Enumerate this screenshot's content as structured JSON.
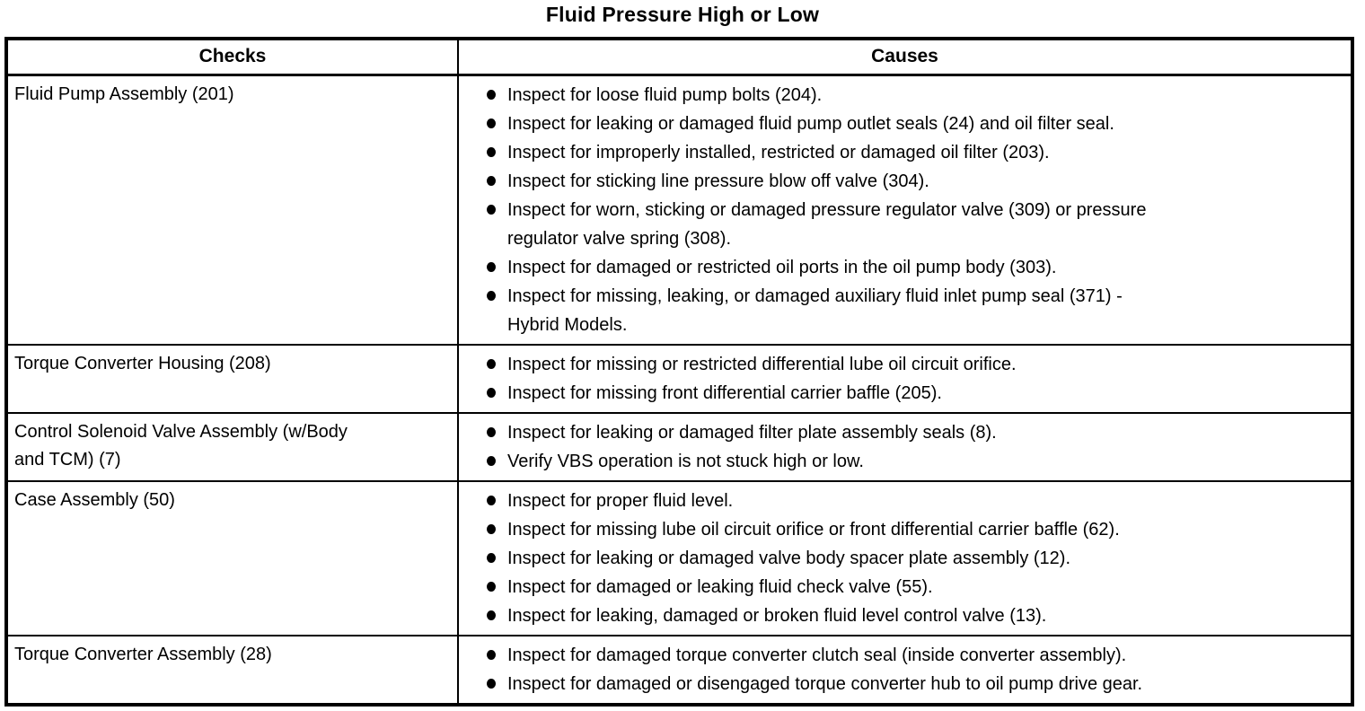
{
  "title": "Fluid Pressure High or Low",
  "colors": {
    "text": "#000000",
    "border": "#000000",
    "background": "#ffffff"
  },
  "table": {
    "headers": [
      "Checks",
      "Causes"
    ],
    "bullet_icon": "filled-circle",
    "rows": [
      {
        "check": "Fluid Pump Assembly (201)",
        "causes": [
          "Inspect for loose fluid pump bolts (204).",
          "Inspect for leaking or damaged fluid pump outlet seals (24) and oil filter seal.",
          "Inspect for improperly installed, restricted or damaged oil filter (203).",
          "Inspect for sticking line pressure blow off valve (304).",
          "Inspect for worn, sticking or damaged pressure regulator valve (309) or pressure\nregulator valve spring (308).",
          "Inspect for damaged or restricted oil ports in the oil pump body (303).",
          "Inspect for missing, leaking, or damaged auxiliary fluid inlet pump seal (371) -\nHybrid Models."
        ]
      },
      {
        "check": "Torque Converter Housing (208)",
        "causes": [
          "Inspect for missing or restricted differential lube oil circuit orifice.",
          "Inspect for missing front differential carrier baffle (205)."
        ]
      },
      {
        "check": "Control Solenoid Valve Assembly (w/Body\nand TCM) (7)",
        "causes": [
          "Inspect for leaking or damaged filter plate assembly seals (8).",
          "Verify VBS operation is not stuck high or low."
        ]
      },
      {
        "check": "Case Assembly (50)",
        "causes": [
          "Inspect for proper fluid level.",
          "Inspect for missing lube oil circuit orifice or front differential carrier baffle (62).",
          "Inspect for leaking or damaged valve body spacer plate assembly (12).",
          "Inspect for damaged or leaking fluid check valve (55).",
          "Inspect for leaking, damaged or broken fluid level control valve (13)."
        ]
      },
      {
        "check": "Torque Converter Assembly (28)",
        "causes": [
          "Inspect for damaged torque converter clutch seal (inside converter assembly).",
          "Inspect for damaged or disengaged torque converter hub to oil pump drive gear."
        ]
      }
    ]
  }
}
